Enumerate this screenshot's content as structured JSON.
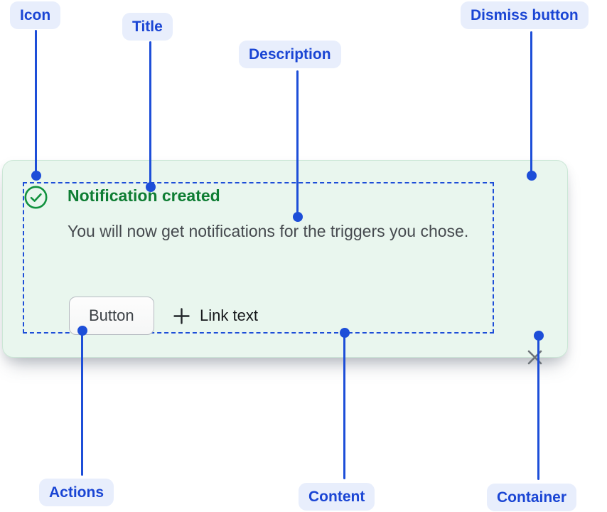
{
  "callout_labels": {
    "icon": "Icon",
    "title": "Title",
    "description": "Description",
    "dismiss_button": "Dismiss button",
    "actions": "Actions",
    "content": "Content",
    "container": "Container"
  },
  "toast": {
    "title": "Notification created",
    "description": "You will now get notifications for the triggers you chose.",
    "actions": {
      "button_label": "Button",
      "link_label": "Link text"
    },
    "icons": {
      "status": "check-circle-icon",
      "dismiss": "close-icon",
      "link_prefix": "plus-icon"
    }
  },
  "colors": {
    "accent": "#1d4ed8",
    "accent-text": "#1a45d4",
    "pill-bg": "#e8eefc",
    "toast-bg": "#e9f6ee",
    "toast-border": "#cbe7d6",
    "green-icon": "#12923f",
    "green-text": "#0e7d33",
    "desc-text": "#45494e",
    "body-text": "#17191c",
    "muted-icon": "#6d7379"
  }
}
